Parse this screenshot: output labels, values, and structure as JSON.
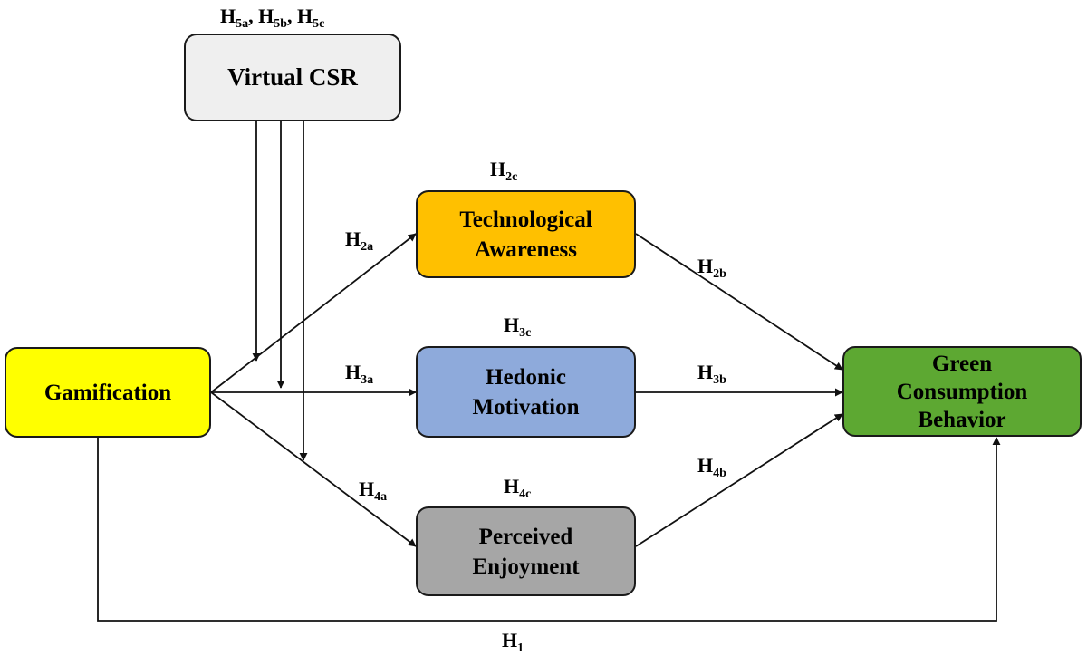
{
  "nodes": {
    "virtual_csr": "Virtual CSR",
    "gamification": "Gamification",
    "technological_awareness": [
      "Technological",
      "Awareness"
    ],
    "hedonic_motivation": [
      "Hedonic",
      "Motivation"
    ],
    "perceived_enjoyment": [
      "Perceived",
      "Enjoyment"
    ],
    "green_consumption_behavior": [
      "Green",
      "Consumption",
      "Behavior"
    ]
  },
  "hypotheses": {
    "h1": {
      "main": "H",
      "sub": "1"
    },
    "h2a": {
      "main": "H",
      "sub": "2a"
    },
    "h2b": {
      "main": "H",
      "sub": "2b"
    },
    "h2c": {
      "main": "H",
      "sub": "2c"
    },
    "h3a": {
      "main": "H",
      "sub": "3a"
    },
    "h3b": {
      "main": "H",
      "sub": "3b"
    },
    "h3c": {
      "main": "H",
      "sub": "3c"
    },
    "h4a": {
      "main": "H",
      "sub": "4a"
    },
    "h4b": {
      "main": "H",
      "sub": "4b"
    },
    "h4c": {
      "main": "H",
      "sub": "4c"
    },
    "h5a": {
      "main": "H",
      "sub": "5a"
    },
    "h5b": {
      "main": "H",
      "sub": "5b"
    },
    "h5c": {
      "main": "H",
      "sub": "5c"
    },
    "h5_separator": ","
  },
  "colors": {
    "virtual_csr": "#efefef",
    "gamification": "#ffff00",
    "technological_awareness": "#ffc000",
    "hedonic_motivation": "#8eaadb",
    "perceived_enjoyment": "#a6a6a6",
    "green_consumption_behavior": "#5da832"
  }
}
